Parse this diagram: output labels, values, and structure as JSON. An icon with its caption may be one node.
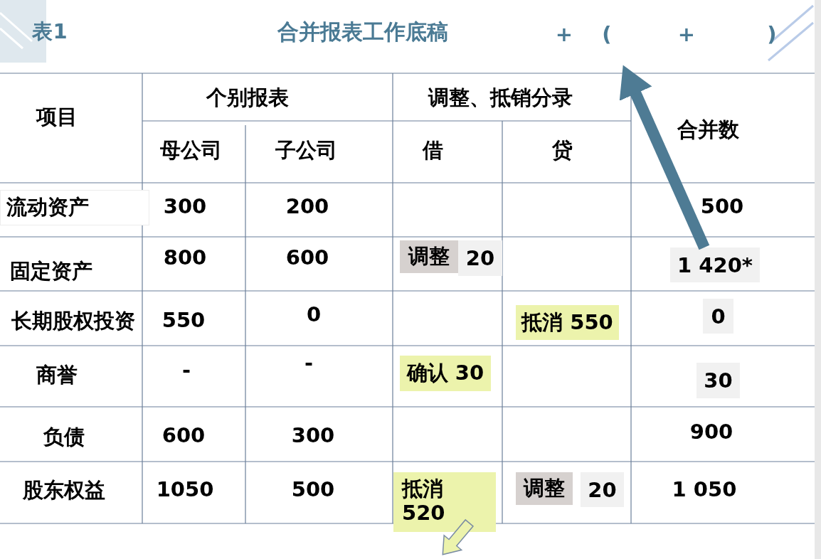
{
  "diagram": {
    "title": "合并报表工作底稿",
    "nodes": [
      {
        "text": [
          "流动资产"
        ]
      },
      {
        "text": [
          "调整"
        ]
      },
      {
        "text": [
          "20"
        ]
      },
      {
        "text": [
          "1 420*"
        ]
      },
      {
        "text": [
          "抵消 550"
        ]
      },
      {
        "text": [
          "0"
        ]
      },
      {
        "text": [
          "确认 30"
        ]
      },
      {
        "text": [
          "30"
        ]
      },
      {
        "text": [
          "抵消 520"
        ]
      },
      {
        "text": [
          "调整"
        ]
      },
      {
        "text": [
          "20"
        ]
      }
    ],
    "edges": [
      {
        "from": 3,
        "to": null,
        "arrow": "to"
      },
      {
        "from": 8,
        "to": null,
        "arrow": "to"
      }
    ],
    "labels": [
      "表1",
      "+",
      "(",
      "+",
      ")",
      "项目",
      "个别报表",
      "调整、抵销分录",
      "合并数",
      "母公司",
      "子公司",
      "借",
      "贷",
      "300",
      "200",
      "500",
      "固定资产",
      "800",
      "600",
      "长期股权投资",
      "550",
      "0",
      "商誉",
      "-",
      "-",
      "负债",
      "600",
      "300",
      "900",
      "股东权益",
      "1050",
      "500",
      "1 050"
    ]
  }
}
